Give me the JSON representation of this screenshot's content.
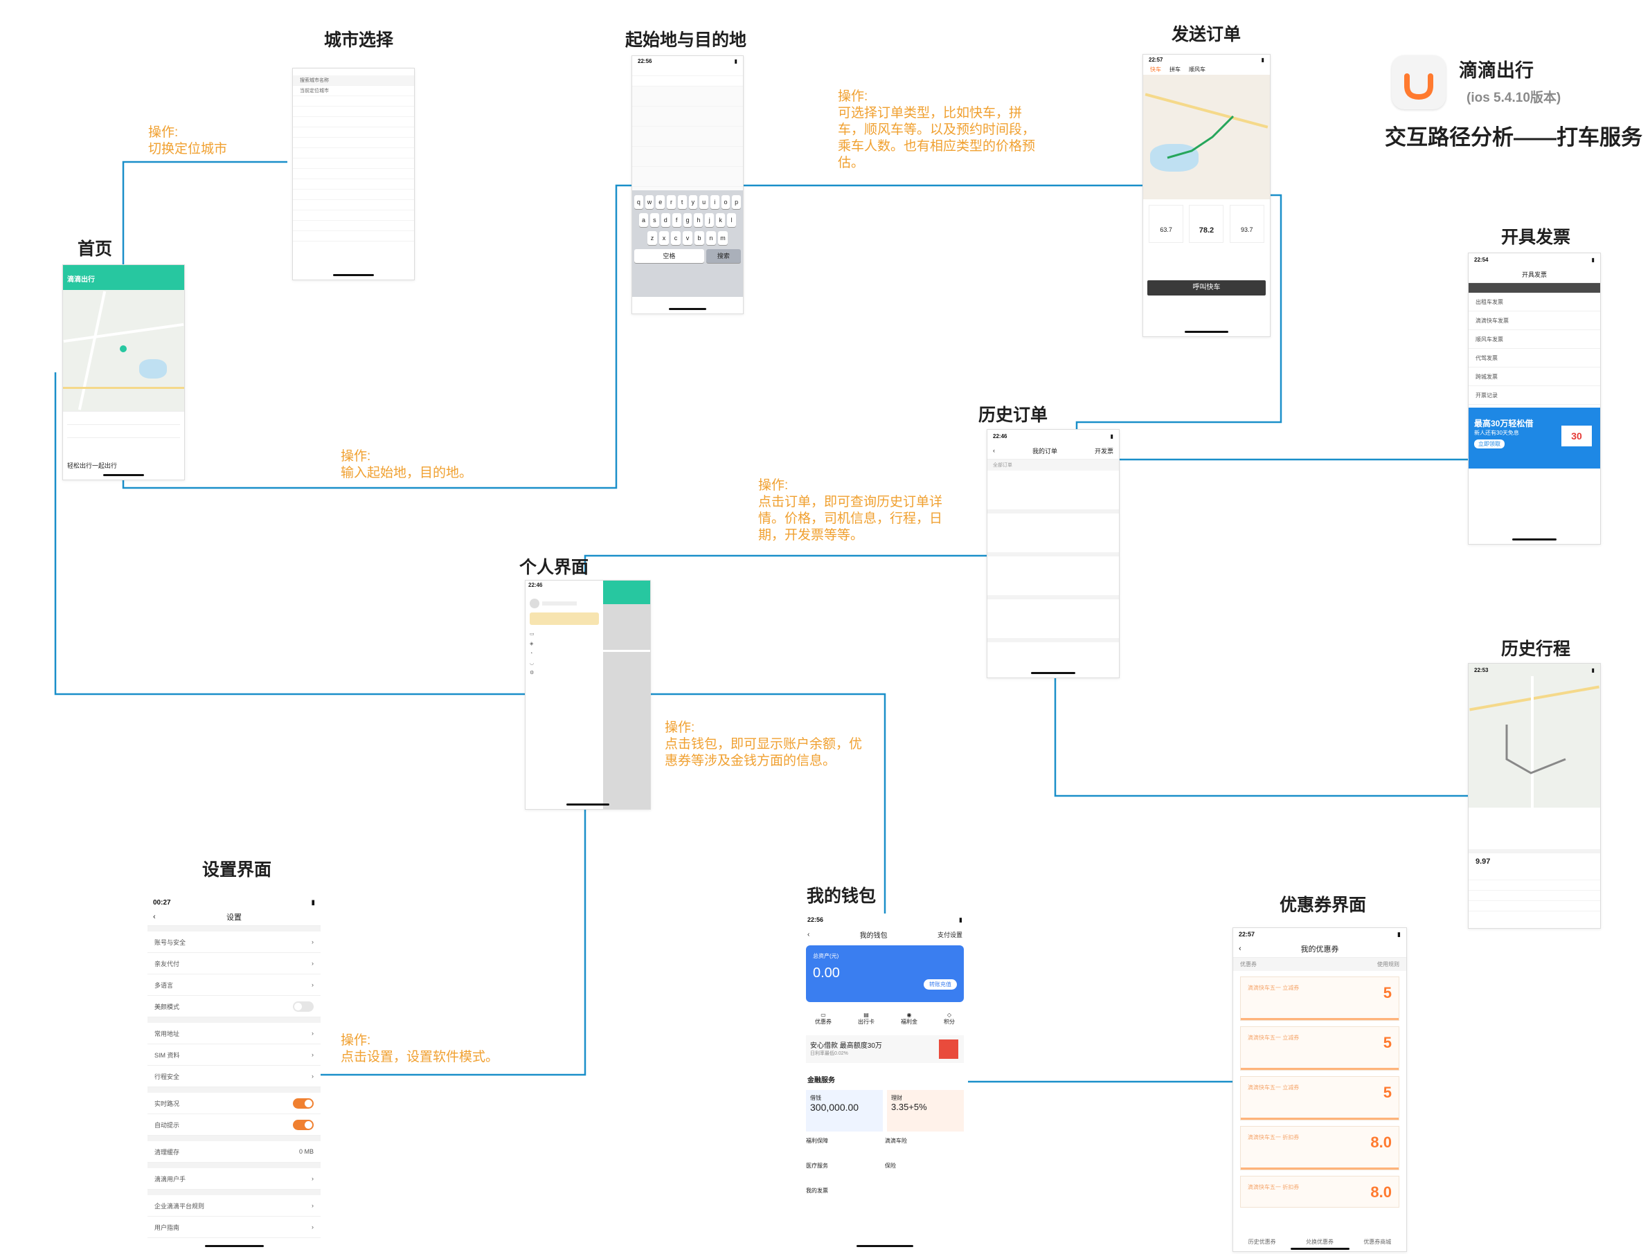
{
  "header": {
    "app_name": "滴滴出行",
    "version": "(ios 5.4.10版本)",
    "subtitle": "交互路径分析——打车服务",
    "brand_color": "#ff7a2f",
    "icon": "didi-logo-icon"
  },
  "titles": {
    "home": "首页",
    "city": "城市选择",
    "origin_dest": "起始地与目的地",
    "send_order": "发送订单",
    "invoice": "开具发票",
    "history_order": "历史订单",
    "personal": "个人界面",
    "history_trip": "历史行程",
    "settings": "设置界面",
    "wallet": "我的钱包",
    "coupon": "优惠券界面"
  },
  "notes": {
    "city": [
      "操作:",
      "切换定位城市"
    ],
    "origin": [
      "操作:",
      "输入起始地，目的地。"
    ],
    "send": [
      "操作:",
      "可选择订单类型，比如快车，拼",
      "车，顺风车等。以及预约时间段，",
      "乘车人数。也有相应类型的价格预",
      "估。"
    ],
    "history": [
      "操作:",
      "点击订单，即可查询历史订单详",
      "情。价格，司机信息，行程，日",
      "期，开发票等等。"
    ],
    "wallet": [
      "操作:",
      "点击钱包，即可显示账户余额，优",
      "惠券等涉及金钱方面的信息。"
    ],
    "settings": [
      "操作:",
      "点击设置，设置软件模式。"
    ]
  },
  "screens": {
    "settings": {
      "time": "00:27",
      "nav_title": "设置",
      "rows": [
        "账号与安全",
        "亲友代付",
        "多语言",
        "美颜模式",
        "常用地址",
        "SIM 资料",
        "行程安全",
        "实时路况",
        "自动提示",
        "清理缓存",
        "滴滴用户手",
        "企业滴滴平台规则",
        "用户指南"
      ],
      "cache_size": "0 MB"
    },
    "wallet": {
      "time": "22:56",
      "nav_title": "我的钱包",
      "nav_right": "支付设置",
      "balance_label": "总资产(元)",
      "balance": "0.00",
      "balance_button": "转账充值",
      "tile_labels": [
        "优惠券",
        "出行卡",
        "福利金",
        "积分"
      ],
      "banner": "安心借款 最高额度30万",
      "banner_sub": "日利率最低0.02%",
      "section": "金融服务",
      "fin1_title": "借钱",
      "fin1_value": "300,000.00",
      "fin2_title": "理财",
      "fin2_value": "3.35+5%",
      "services": [
        "福利保障",
        "滴滴车险",
        "医疗服务",
        "保险",
        "我的发票"
      ]
    },
    "coupon": {
      "time": "22:57",
      "nav_title": "我的优惠券",
      "header_left": "优惠券",
      "header_right": "使用规则",
      "amounts": [
        "5",
        "5",
        "5",
        "8.0",
        "8.0"
      ],
      "coupon_names": [
        "滴滴快车五一 立减券",
        "滴滴快车五一 立减券",
        "滴滴快车五一 立减券",
        "滴滴快车五一 折扣券",
        "滴滴快车五一 折扣券"
      ],
      "footer": [
        "历史优惠券",
        "兑换优惠券",
        "优惠券商城"
      ]
    },
    "invoice": {
      "time": "22:54",
      "nav_title": "开具发票",
      "rows": [
        "出租车发票",
        "滴滴快车发票",
        "顺风车发票",
        "代驾发票",
        "跨城发票",
        "开票记录"
      ],
      "ad_title": "最高30万轻松借",
      "ad_sub": "新人还有30天免息",
      "ad_button": "立即领取",
      "ad_badge": "30"
    },
    "history_order": {
      "time": "22:46",
      "nav_title": "我的订单",
      "nav_right": "开发票",
      "tag": "全部订单"
    },
    "send_order": {
      "time": "22:57",
      "tabs": [
        "快车",
        "拼车",
        "顺风车"
      ],
      "prices": [
        "63.7",
        "78.2",
        "93.7"
      ],
      "button": "呼叫快车"
    },
    "origin": {
      "time": "22:56",
      "keys1": [
        "q",
        "w",
        "e",
        "r",
        "t",
        "y",
        "u",
        "i",
        "o",
        "p"
      ],
      "keys2": [
        "a",
        "s",
        "d",
        "f",
        "g",
        "h",
        "j",
        "k",
        "l"
      ],
      "keys3": [
        "z",
        "x",
        "c",
        "v",
        "b",
        "n",
        "m"
      ],
      "space": "空格",
      "return": "搜索"
    },
    "home": {
      "header": "滴滴出行",
      "bottom": "轻松出行一起出行"
    },
    "city": {
      "search": "搜索城市名称",
      "current": "当前定位城市"
    },
    "history_trip": {
      "time": "22:53",
      "price": "9.97"
    },
    "personal": {
      "time": "22:46"
    }
  }
}
